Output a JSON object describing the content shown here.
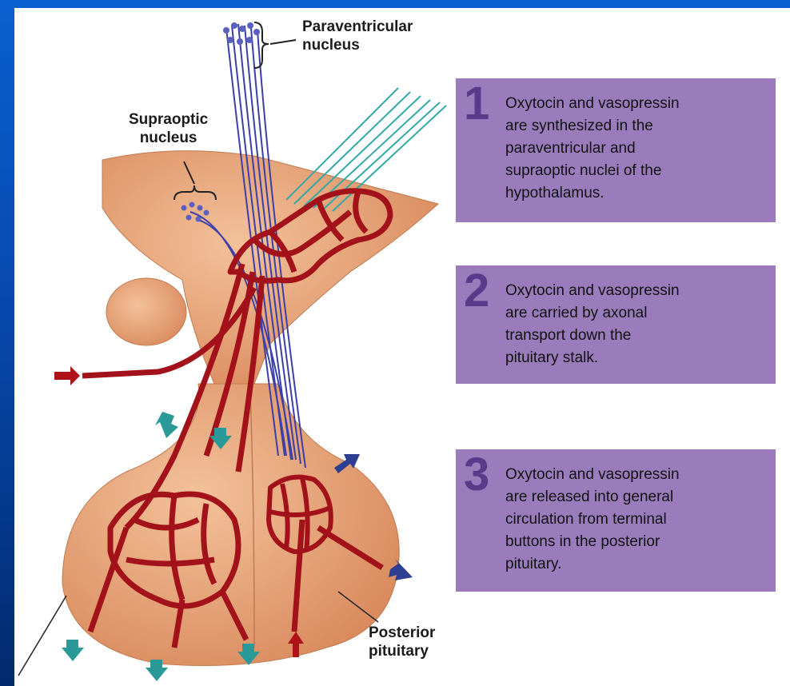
{
  "labels": {
    "paraventricular": "Paraventricular\nnucleus",
    "supraoptic": "Supraoptic\nnucleus",
    "posterior": "Posterior\npituitary"
  },
  "steps": [
    {
      "number": "1",
      "text": "Oxytocin and vasopressin\nare synthesized in the\nparaventricular and\nsupraoptic nuclei of the\nhypothalamus."
    },
    {
      "number": "2",
      "text": "Oxytocin and vasopressin\nare carried by axonal\ntransport down the\npituitary stalk."
    },
    {
      "number": "3",
      "text": "Oxytocin and vasopressin\nare released into general\ncirculation from terminal\nbuttons in the posterior\npituitary."
    }
  ],
  "colors": {
    "tissue": "#e9a97c",
    "vessel": "#b0121a",
    "axon": "#3b3fa8",
    "box": "#9a7cbd",
    "arrow_teal": "#2a9a98",
    "arrow_blue": "#2e3e92"
  }
}
